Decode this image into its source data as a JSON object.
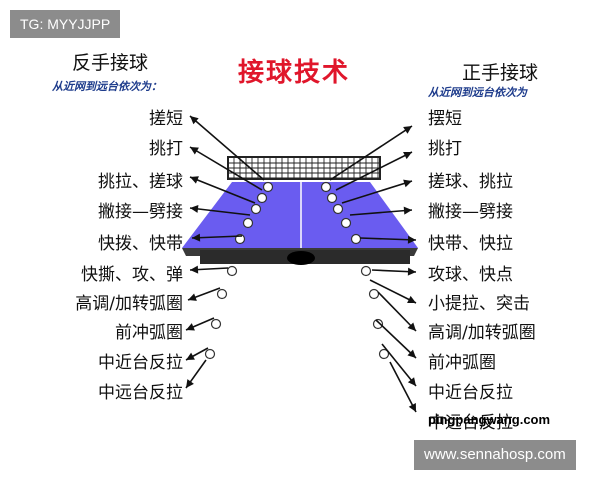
{
  "watermark_top_left": "TG: MYYJJPP",
  "watermark_bottom_right": "www.sennahosp.com",
  "title": "接球技术",
  "site_label": "pingpangwang.com",
  "left": {
    "title": "反手接球",
    "subtitle": "从近网到远台依次为：",
    "items": [
      "搓短",
      "挑打",
      "挑拉、搓球",
      "撇接—劈接",
      "快拨、快带",
      "快撕、攻、弹",
      "高调/加转弧圈",
      "前冲弧圈",
      "中近台反拉",
      "中远台反拉"
    ]
  },
  "right": {
    "title": "正手接球",
    "subtitle": "从近网到远台依次为",
    "items": [
      "摆短",
      "挑打",
      "搓球、挑拉",
      "撇接—劈接",
      "快带、快拉",
      "攻球、快点",
      "小提拉、突击",
      "高调/加转弧圈",
      "前冲弧圈",
      "中近台反拉",
      "中远台反拉"
    ]
  },
  "colors": {
    "table_top": "#6a5cf0",
    "table_edge": "#3a3a3a",
    "net": "#222222",
    "arrow": "#111111",
    "title_red": "#e0162b",
    "subtitle_blue": "#1e3c8c",
    "watermark_bg": "#8c8c8c"
  }
}
